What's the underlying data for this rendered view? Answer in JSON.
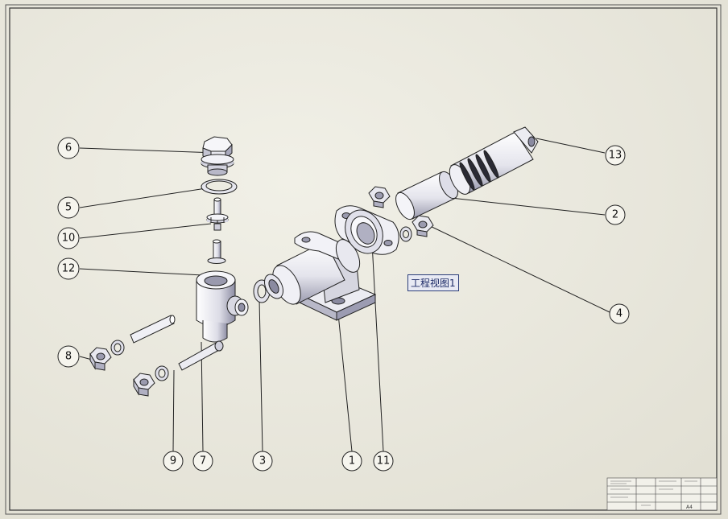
{
  "drawing": {
    "view_label": "工程视图1",
    "balloons": [
      {
        "id": "b6",
        "label": "6"
      },
      {
        "id": "b5",
        "label": "5"
      },
      {
        "id": "b10",
        "label": "10"
      },
      {
        "id": "b12",
        "label": "12"
      },
      {
        "id": "b8",
        "label": "8"
      },
      {
        "id": "b9",
        "label": "9"
      },
      {
        "id": "b7",
        "label": "7"
      },
      {
        "id": "b3",
        "label": "3"
      },
      {
        "id": "b1",
        "label": "1"
      },
      {
        "id": "b11",
        "label": "11"
      },
      {
        "id": "b4",
        "label": "4"
      },
      {
        "id": "b2",
        "label": "2"
      },
      {
        "id": "b13",
        "label": "13"
      }
    ],
    "title_block": {
      "sheet_label": "A4"
    }
  },
  "colors": {
    "paper": "#ecebe1",
    "line": "#222222",
    "part_fill": "#f4f4f8",
    "part_shade": "#b8b8c8"
  }
}
